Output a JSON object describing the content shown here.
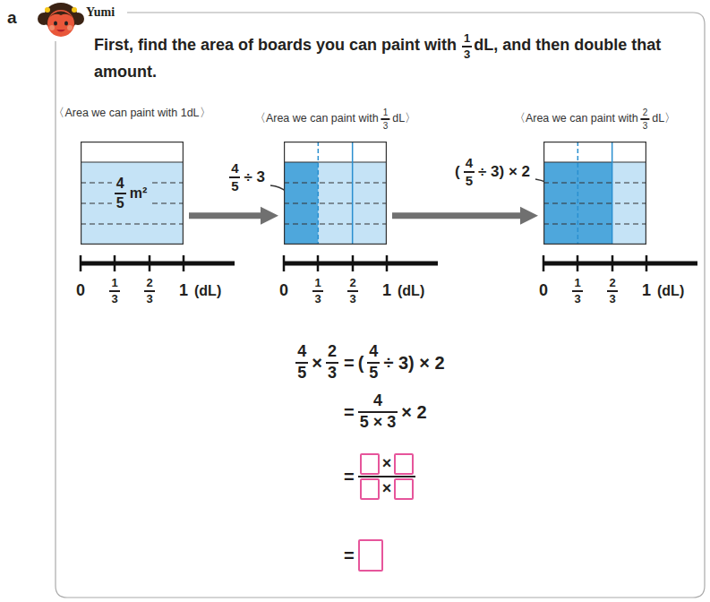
{
  "diagram": {
    "nodes": [
      {
        "text": [
          "〈Area we can paint with 1dL〉",
          "4",
          "5",
          "m²"
        ]
      },
      {
        "text": [
          "〈Area we can paint with",
          "1",
          "3",
          "dL〉"
        ]
      },
      {
        "text": [
          "〈Area we can paint with",
          "2",
          "3",
          "dL〉"
        ]
      }
    ],
    "edges": [
      {
        "from": 0,
        "to": 1,
        "arrow": "to"
      },
      {
        "from": 1,
        "to": 2,
        "arrow": "to"
      }
    ],
    "labels": [
      "a",
      "Yumi",
      "First, find the area of boards you can paint with",
      "1",
      "3",
      "dL, and then double that amount.",
      "4",
      "5",
      "÷ 3",
      "(",
      "4",
      "5",
      "÷ 3) × 2",
      "0",
      "1",
      "3",
      "2",
      "3",
      "1",
      "(dL)",
      "0",
      "1",
      "3",
      "2",
      "3",
      "1",
      "(dL)",
      "0",
      "1",
      "3",
      "2",
      "3",
      "1",
      "(dL)",
      "4",
      "5",
      "×",
      "2",
      "3",
      "=",
      "(",
      "4",
      "5",
      "÷ 3) × 2",
      "=",
      "4",
      "5 × 3",
      "× 2",
      "=",
      "×",
      "×",
      "="
    ]
  }
}
